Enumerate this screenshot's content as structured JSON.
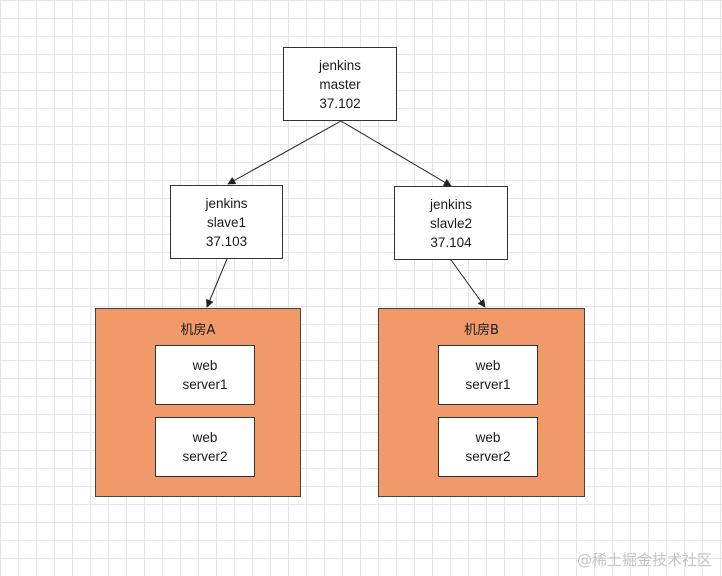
{
  "nodes": {
    "master": {
      "line1": "jenkins",
      "line2": "master",
      "line3": "37.102"
    },
    "slave1": {
      "line1": "jenkins",
      "line2": "slave1",
      "line3": "37.103"
    },
    "slave2": {
      "line1": "jenkins",
      "line2": "slavle2",
      "line3": "37.104"
    }
  },
  "rooms": {
    "a": {
      "label": "机房A",
      "servers": [
        {
          "line1": "web",
          "line2": "server1"
        },
        {
          "line1": "web",
          "line2": "server2"
        }
      ]
    },
    "b": {
      "label": "机房B",
      "servers": [
        {
          "line1": "web",
          "line2": "server1"
        },
        {
          "line1": "web",
          "line2": "server2"
        }
      ]
    }
  },
  "watermark": "@稀土掘金技术社区",
  "colors": {
    "room_fill": "#f2996a",
    "grid": "#e6e6e6",
    "line": "#222222"
  }
}
